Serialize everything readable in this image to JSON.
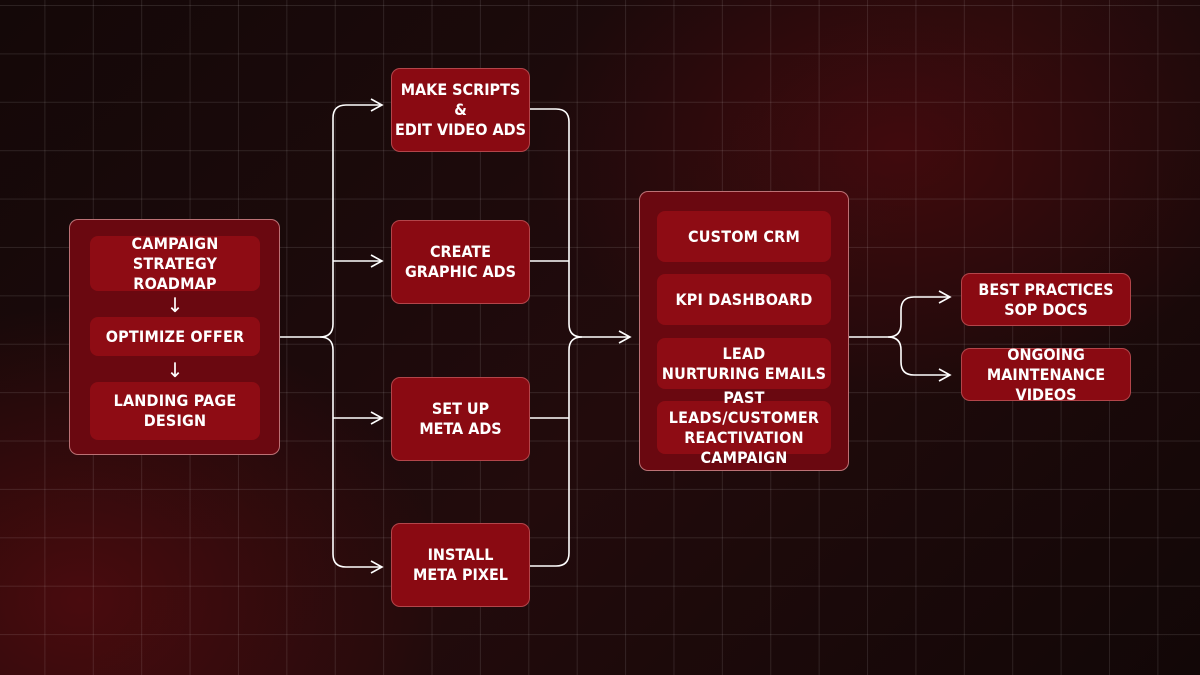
{
  "colors": {
    "background": "#1a0909",
    "panel": "#6a0810",
    "node": "#8e0c14",
    "connector": "#ffffff"
  },
  "left_group": {
    "steps": [
      "CAMPAIGN STRATEGY\nROADMAP",
      "OPTIMIZE OFFER",
      "LANDING PAGE\nDESIGN"
    ]
  },
  "middle_nodes": [
    "MAKE SCRIPTS\n&\nEDIT VIDEO ADS",
    "CREATE\nGRAPHIC ADS",
    "SET UP\nMETA ADS",
    "INSTALL\nMETA PIXEL"
  ],
  "center_group": {
    "items": [
      "CUSTOM CRM",
      "KPI DASHBOARD",
      "LEAD\nNURTURING EMAILS",
      "PAST LEADS/CUSTOMER\nREACTIVATION CAMPAIGN"
    ]
  },
  "right_nodes": [
    "BEST PRACTICES\nSOP DOCS",
    "ONGOING\nMAINTENANCE VIDEOS"
  ]
}
